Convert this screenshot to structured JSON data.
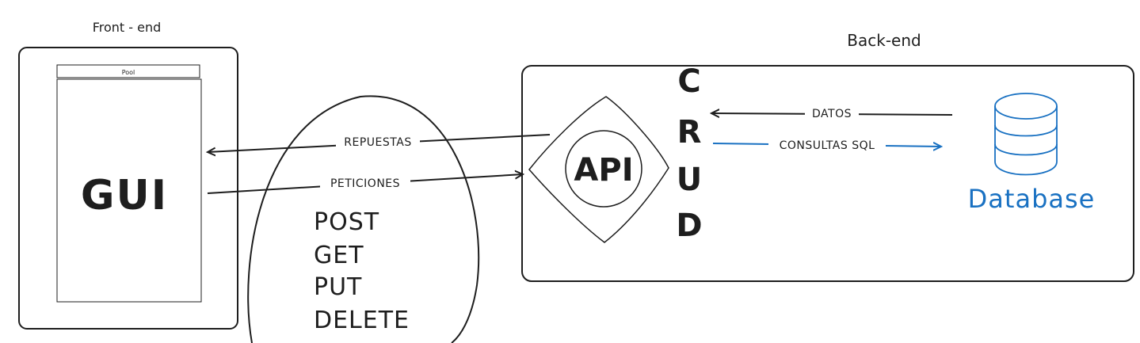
{
  "frontend": {
    "title": "Front - end",
    "window_title": "Pool",
    "gui_label": "GUI"
  },
  "backend": {
    "title": "Back-end",
    "api_label": "API",
    "crud_letters": [
      "C",
      "R",
      "U",
      "D"
    ],
    "database_label": "Database"
  },
  "http": {
    "responses_label": "REPUESTAS",
    "requests_label": "PETICIONES",
    "methods": [
      "POST",
      "GET",
      "PUT",
      "DELETE"
    ]
  },
  "data_flow": {
    "data_label": "DATOS",
    "sql_label": "CONSULTAS SQL"
  },
  "colors": {
    "stroke": "#1e1e1e",
    "accent_blue": "#1971c2"
  }
}
